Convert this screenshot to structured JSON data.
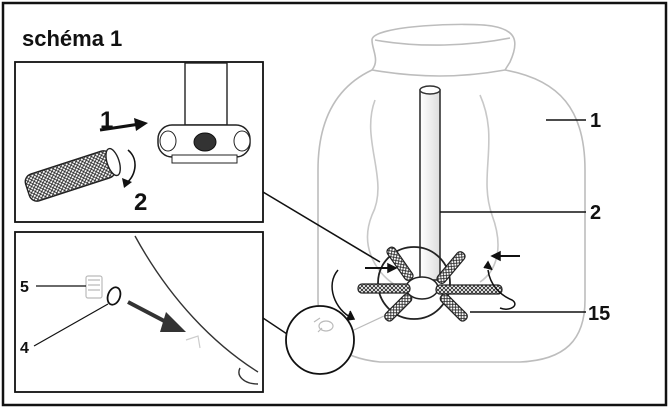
{
  "title": "schéma 1",
  "callouts": {
    "c1": "1",
    "c2": "2",
    "c15": "15",
    "c4": "4",
    "c5": "5"
  },
  "step_labels": {
    "step1": "1",
    "step2": "2"
  },
  "colors": {
    "ink": "#111111",
    "outline_light": "#bdbdbd",
    "background": "#ffffff"
  }
}
